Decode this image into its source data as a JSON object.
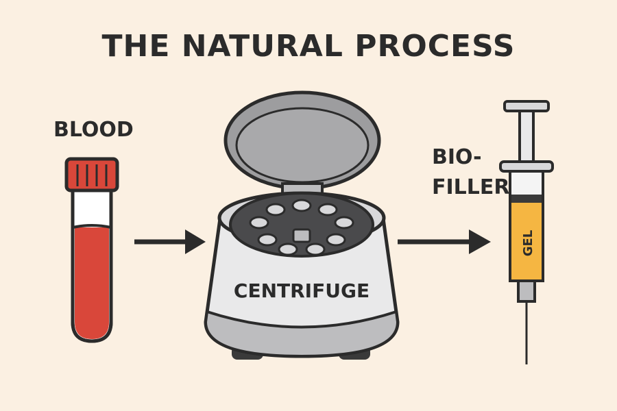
{
  "title": "THE NATURAL PROCESS",
  "blood_label": "BLOOD",
  "centrifuge_label": "CENTRIFUGE",
  "biofiller_label_line1": "BIO-",
  "biofiller_label_line2": "FILLER",
  "gel_label": "GEL",
  "colors": {
    "background": "#fbf0e2",
    "blood": "#d9473a",
    "cap": "#d9473a",
    "gel": "#f5b642",
    "outline": "#2b2b2b",
    "device": "#e9e9ea"
  }
}
